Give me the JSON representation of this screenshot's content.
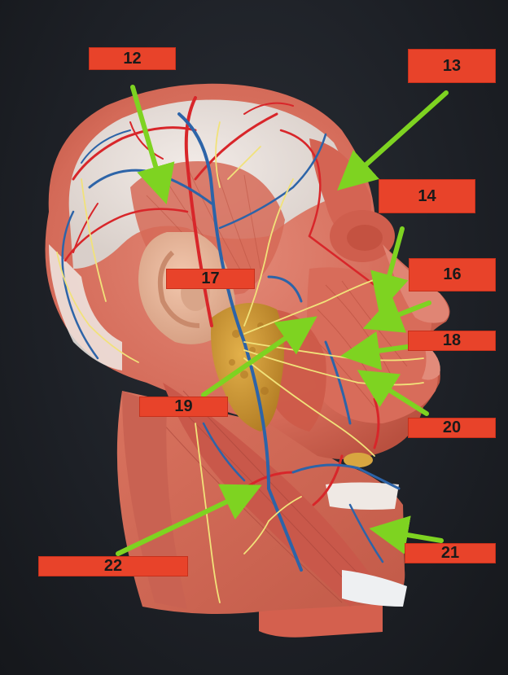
{
  "labels": [
    {
      "id": "12",
      "text": "12"
    },
    {
      "id": "13",
      "text": "13"
    },
    {
      "id": "14",
      "text": "14"
    },
    {
      "id": "16",
      "text": "16"
    },
    {
      "id": "17",
      "text": "17"
    },
    {
      "id": "18",
      "text": "18"
    },
    {
      "id": "19",
      "text": "19"
    },
    {
      "id": "20",
      "text": "20"
    },
    {
      "id": "21",
      "text": "21"
    },
    {
      "id": "22",
      "text": "22"
    }
  ],
  "colors": {
    "label_fill": "#e8432a",
    "arrow": "#7ed321",
    "muscle": "#d9705f",
    "artery": "#d8262a",
    "vein": "#2d64a8",
    "nerve": "#f1e27a",
    "parotid": "#c8912f",
    "ear": "#e9b59a",
    "background": "#1d2026"
  }
}
